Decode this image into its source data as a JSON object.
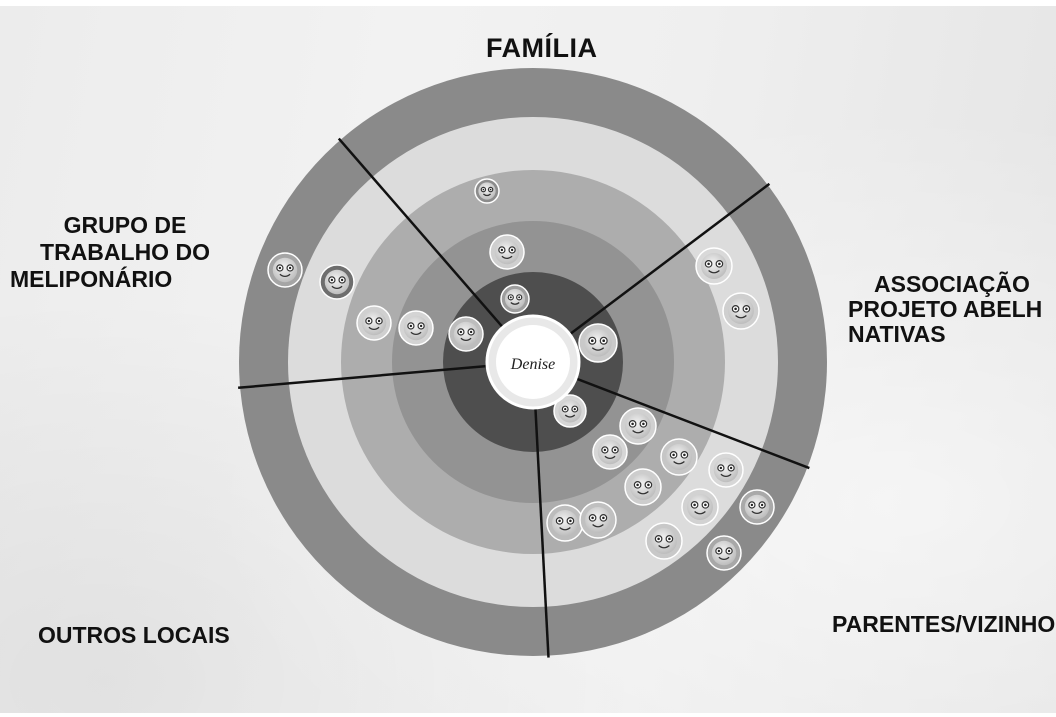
{
  "labels": {
    "familia": "FAMÍLIA",
    "grupo": [
      "GRUPO DE",
      "TRABALHO DO",
      "MELIPONÁRIO"
    ],
    "associacao": [
      "ASSOCIAÇÃO",
      "PROJETO ABELH",
      "NATIVAS"
    ],
    "outros": "OUTROS LOCAIS",
    "parentes": "PARENTES/VIZINHOS/AMIG"
  },
  "center": {
    "name": "Denise"
  },
  "rings": {
    "count": 5,
    "colors": [
      "#8a8a8a",
      "#dcdcdc",
      "#adadad",
      "#939393",
      "#4e4e4e"
    ]
  },
  "sectors": [
    "FAMÍLIA",
    "ASSOCIAÇÃO PROJETO ABELHAS NATIVAS",
    "PARENTES/VIZINHOS/AMIGOS",
    "OUTROS LOCAIS",
    "GRUPO DE TRABALHO DO MELIPONÁRIO"
  ],
  "stickers": {
    "icon": "smiley-face-sticker-icon"
  }
}
